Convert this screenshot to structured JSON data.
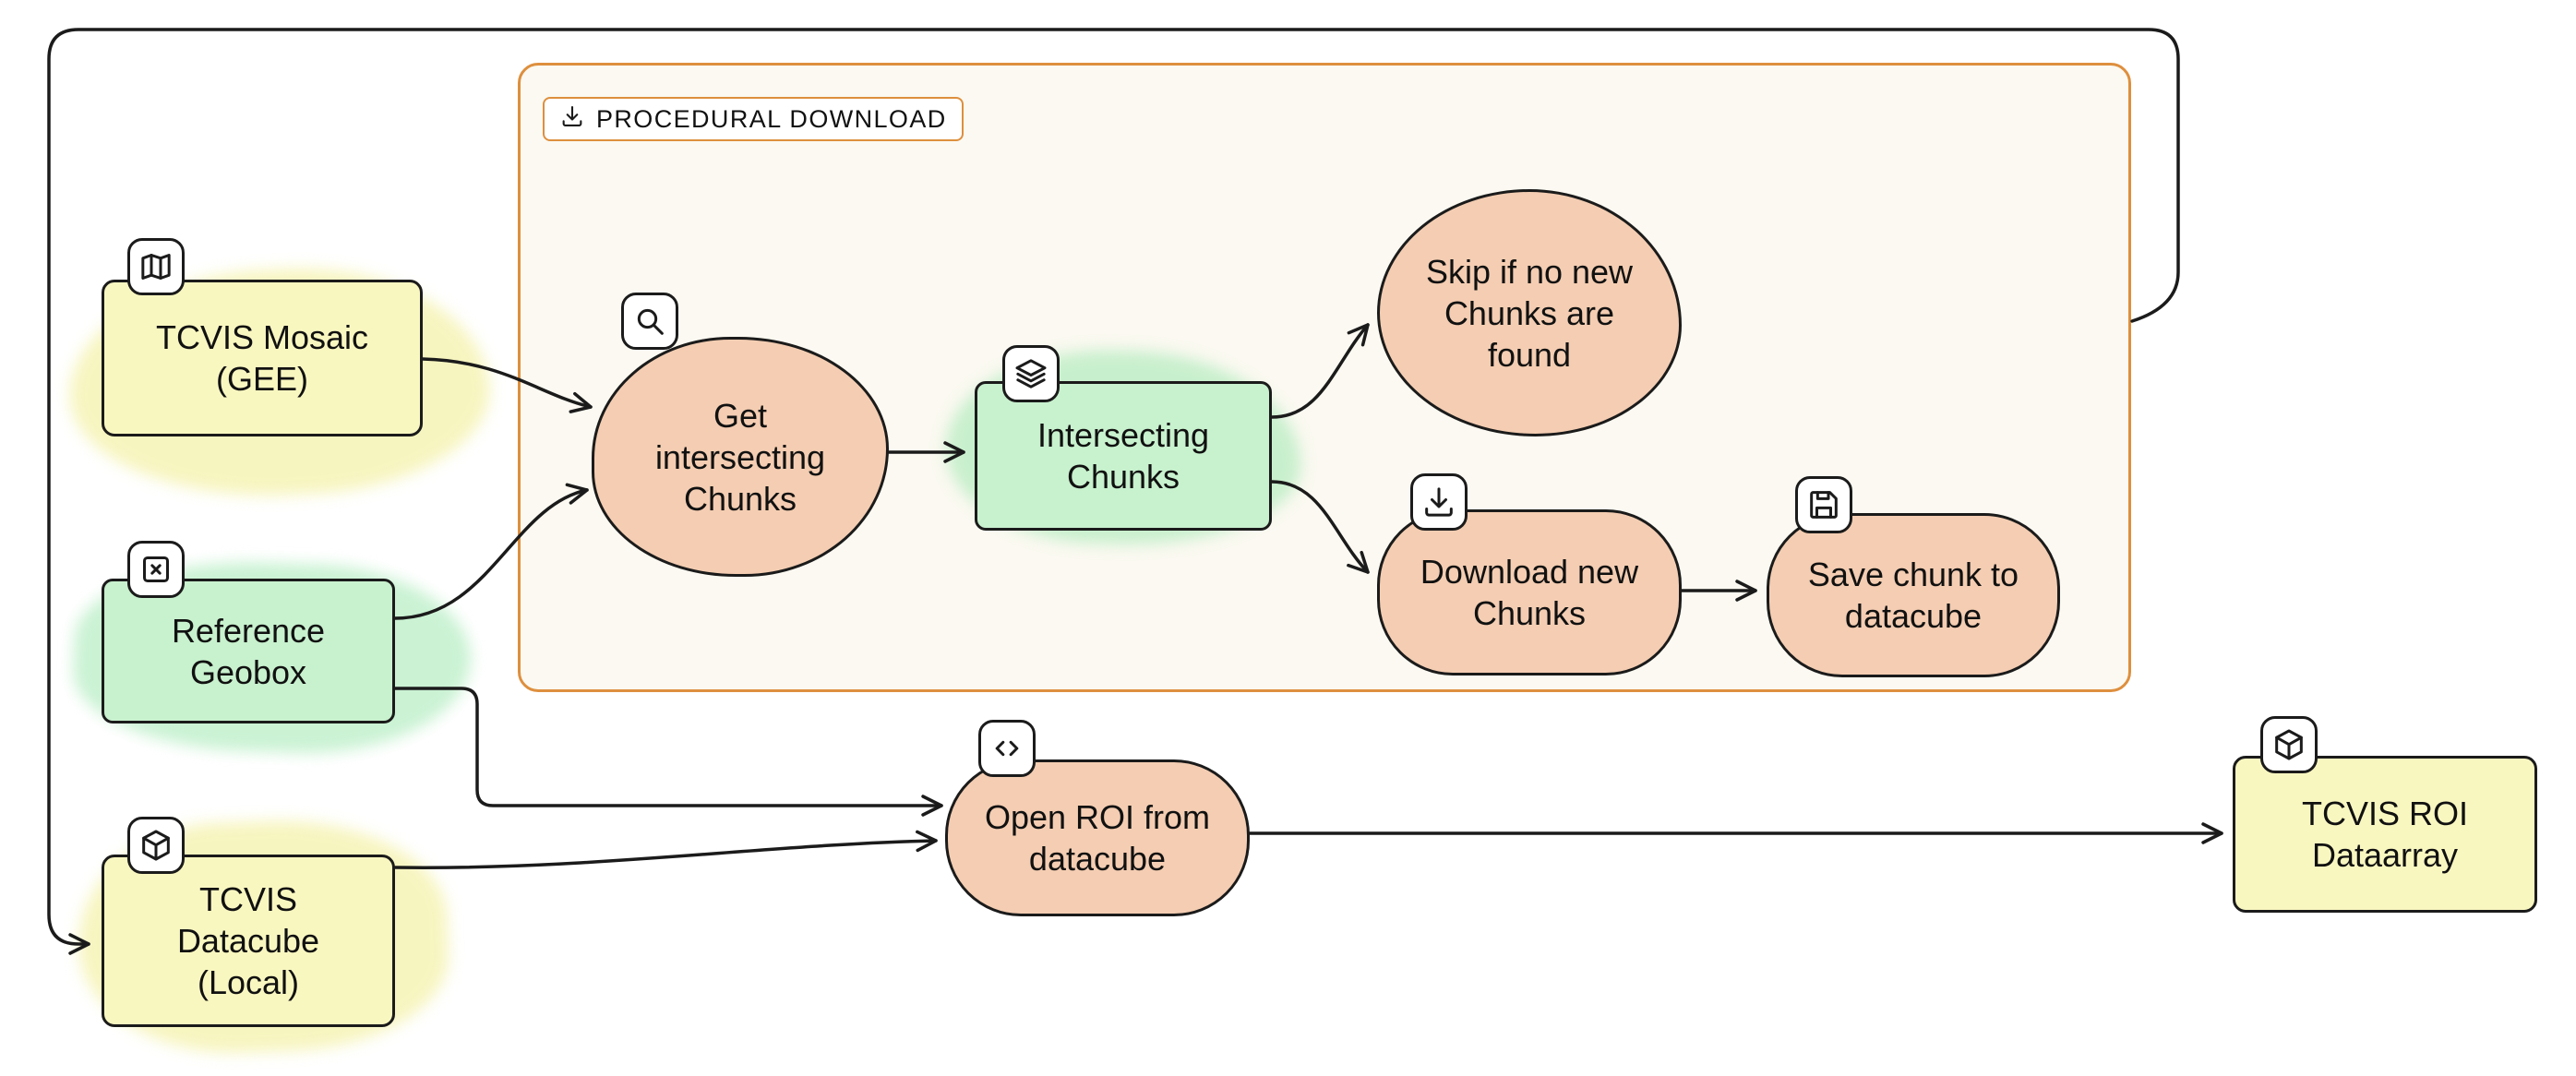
{
  "diagram": {
    "procedural_box": {
      "label": "PROCEDURAL DOWNLOAD",
      "icon": "download-icon"
    },
    "nodes": {
      "tcvis_mosaic": {
        "label": "TCVIS Mosaic\n(GEE)",
        "icon": "map-icon"
      },
      "reference_geobox": {
        "label": "Reference\nGeobox",
        "icon": "bounding-box-icon"
      },
      "tcvis_datacube": {
        "label": "TCVIS\nDatacube\n(Local)",
        "icon": "cube-icon"
      },
      "get_intersecting_chunks": {
        "label": "Get\nintersecting\nChunks",
        "icon": "search-icon"
      },
      "intersecting_chunks": {
        "label": "Intersecting\nChunks",
        "icon": "layers-icon"
      },
      "skip_chunks": {
        "label": "Skip if no new\nChunks are\nfound",
        "icon": ""
      },
      "download_chunks": {
        "label": "Download new\nChunks",
        "icon": "download-icon"
      },
      "save_chunk": {
        "label": "Save chunk to\ndatacube",
        "icon": "save-icon"
      },
      "open_roi": {
        "label": "Open ROI from\ndatacube",
        "icon": "code-icon"
      },
      "tcvis_roi": {
        "label": "TCVIS ROI\nDataarray",
        "icon": "cube-icon"
      }
    },
    "colors": {
      "yellow_fill": "#f9f7c0",
      "yellow_glow": "#f0ed8c",
      "green_fill": "#c8f1ce",
      "green_glow": "#9fe8b0",
      "peach_fill": "#f4cdb2",
      "container_border": "#de8f3e",
      "container_fill": "#fbf9f1",
      "stroke": "#1b1b1b"
    }
  }
}
